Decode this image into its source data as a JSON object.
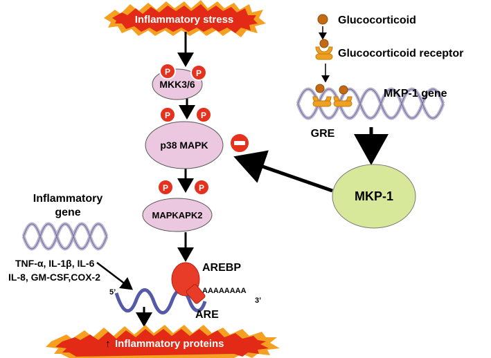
{
  "colors": {
    "node_fill": "#ecc8e0",
    "mkp1_fill": "#d8e89a",
    "phospho_fill": "#e4321e",
    "burst_red": "#e22a16",
    "burst_orange": "#f5a020",
    "dna_strand": "#b8b4d2",
    "receptor": "#f0a020",
    "ligand": "#c46a14",
    "mrna": "#555aa8",
    "arebp": "#e83c28"
  },
  "icons": {
    "inhibition": "minus-circle-icon",
    "phosphate": "phosphate-circle-icon"
  },
  "inflammatory_stress": {
    "label": "Inflammatory stress"
  },
  "mkk": {
    "label": "MKK3/6"
  },
  "p38": {
    "label": "p38 MAPK"
  },
  "mapkapk2": {
    "label": "MAPKAPK2"
  },
  "phospho": {
    "label": "P"
  },
  "inhibition": {
    "symbol": "–"
  },
  "legend": {
    "glucocorticoid": "Glucocorticoid",
    "receptor": "Glucocorticoid receptor"
  },
  "mkp1_gene": {
    "label": "MKP-1 gene",
    "gre": "GRE"
  },
  "mkp1": {
    "label": "MKP-1"
  },
  "inflammatory_gene": {
    "line1": "Inflammatory",
    "line2": "gene",
    "cytokines_line1": "TNF-α, IL-1β, IL-6",
    "cytokines_line2": "IL-8, GM-CSF,COX-2"
  },
  "mrna": {
    "five_prime": "5’",
    "three_prime": "3’",
    "poly_a": "AAAAAAAA",
    "arebp": "AREBP",
    "are": "ARE"
  },
  "inflammatory_proteins": {
    "arrow": "↑",
    "label": "Inflammatory proteins"
  }
}
